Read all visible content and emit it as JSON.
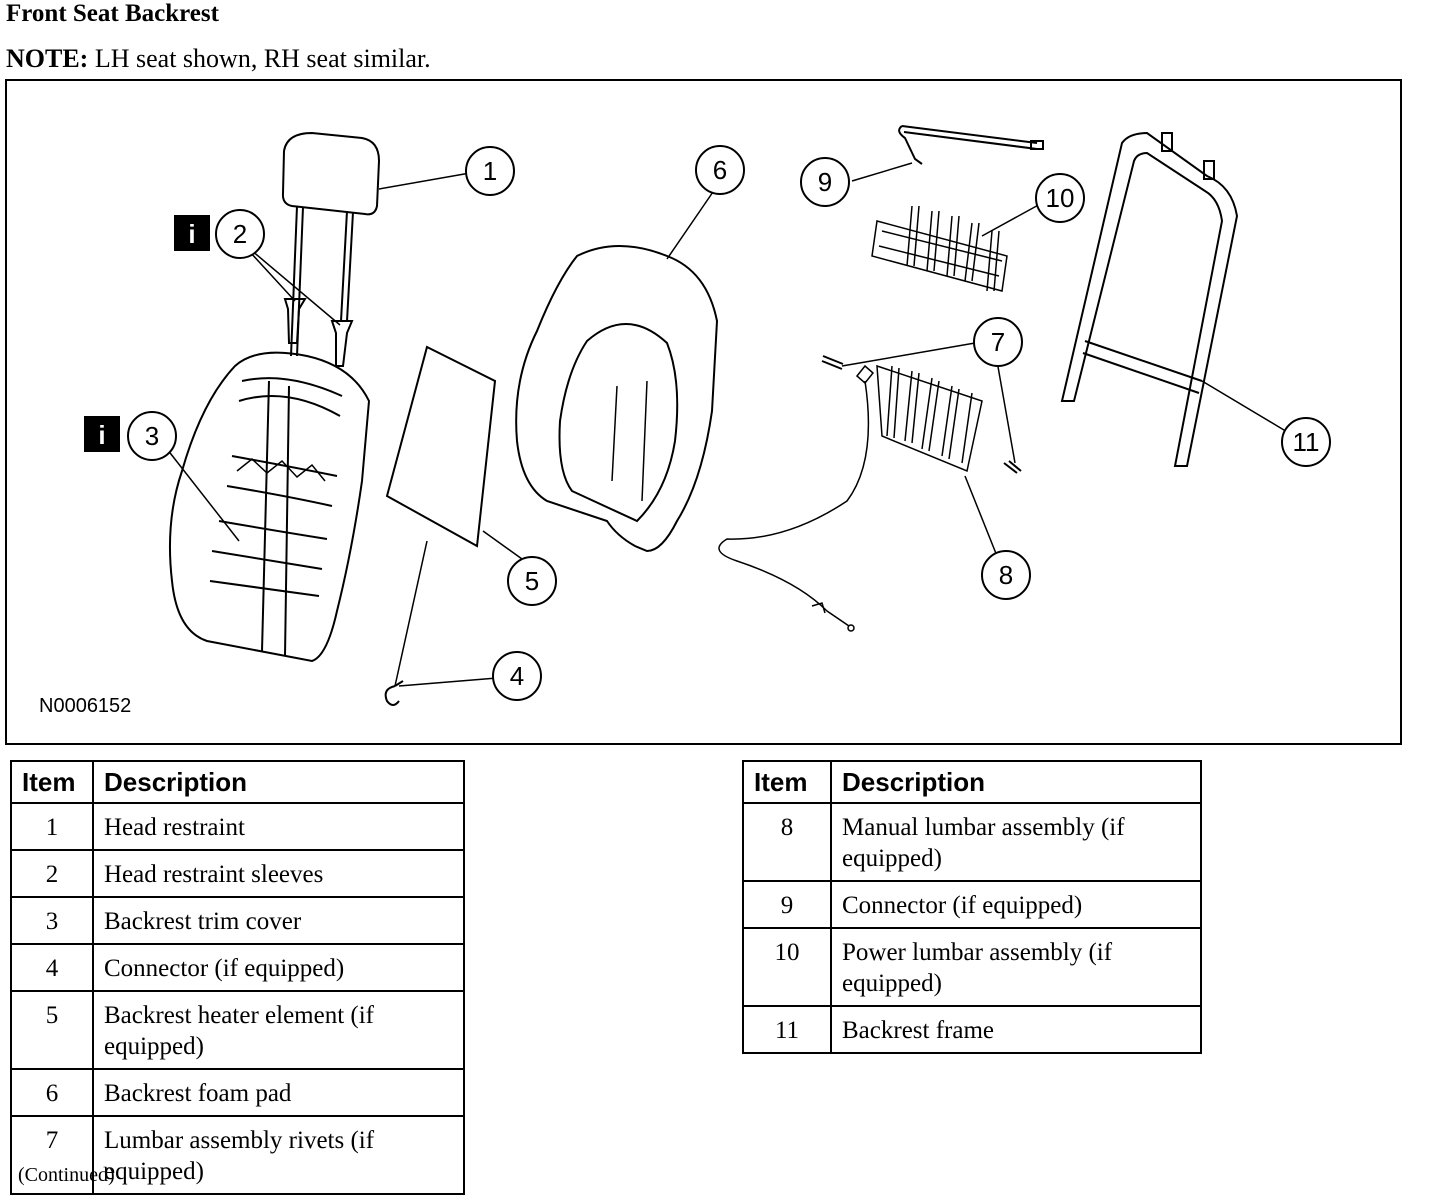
{
  "header": {
    "title": "Front Seat Backrest",
    "note_label": "NOTE:",
    "note_text": " LH seat shown, RH seat similar."
  },
  "figure": {
    "id": "N0006152",
    "info_badge": "i",
    "callouts": [
      "1",
      "2",
      "3",
      "4",
      "5",
      "6",
      "7",
      "8",
      "9",
      "10",
      "11"
    ]
  },
  "table": {
    "headers": {
      "item": "Item",
      "description": "Description"
    },
    "left_rows": [
      {
        "item": "1",
        "description": "Head restraint"
      },
      {
        "item": "2",
        "description": "Head restraint sleeves"
      },
      {
        "item": "3",
        "description": "Backrest trim cover"
      },
      {
        "item": "4",
        "description": "Connector (if equipped)"
      },
      {
        "item": "5",
        "description": "Backrest heater element (if equipped)"
      },
      {
        "item": "6",
        "description": "Backrest foam pad"
      },
      {
        "item": "7",
        "description": "Lumbar assembly rivets (if equipped)"
      }
    ],
    "right_rows": [
      {
        "item": "8",
        "description": "Manual lumbar assembly (if equipped)"
      },
      {
        "item": "9",
        "description": "Connector (if equipped)"
      },
      {
        "item": "10",
        "description": "Power lumbar assembly (if equipped)"
      },
      {
        "item": "11",
        "description": "Backrest frame"
      }
    ]
  },
  "footer": {
    "continued": "(Continued)"
  }
}
